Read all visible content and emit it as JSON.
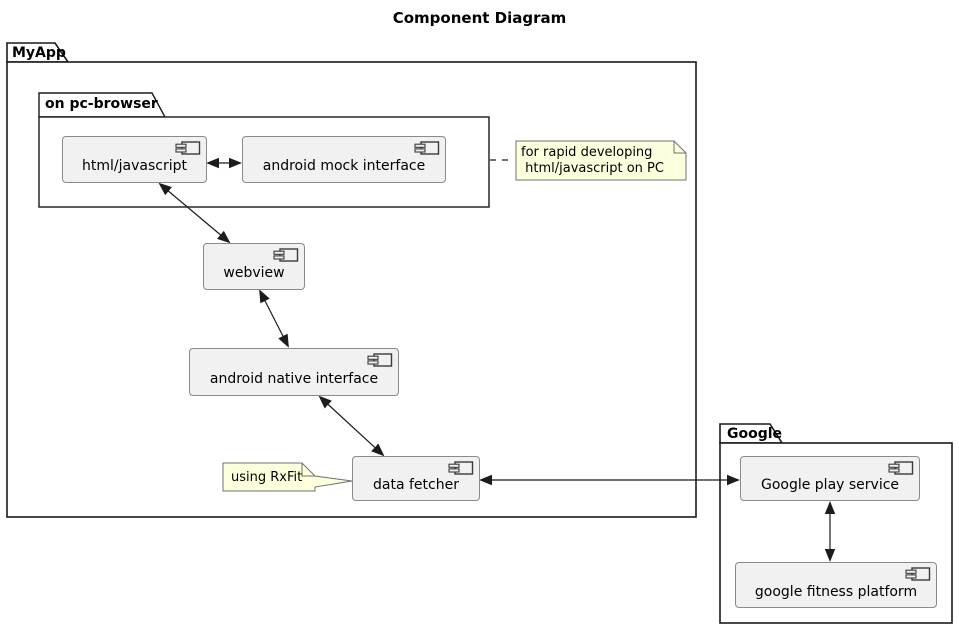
{
  "title": "Component Diagram",
  "packages": {
    "myapp": {
      "label": "MyApp"
    },
    "google": {
      "label": "Google"
    }
  },
  "frames": {
    "pc_browser": {
      "label": "on pc-browser"
    }
  },
  "components": {
    "html_javascript": {
      "label": "html/javascript"
    },
    "android_mock": {
      "label": "android mock interface"
    },
    "webview": {
      "label": "webview"
    },
    "android_native": {
      "label": "android native interface"
    },
    "data_fetcher": {
      "label": "data fetcher"
    },
    "google_play": {
      "label": "Google play service"
    },
    "google_fitness": {
      "label": "google fitness platform"
    }
  },
  "notes": {
    "rapid_dev": {
      "text": "for rapid developing\n html/javascript on PC"
    },
    "rxfit": {
      "text": "using RxFit"
    }
  },
  "connections": [
    {
      "from": "html/javascript",
      "to": "android mock interface",
      "type": "bidirectional-arrow"
    },
    {
      "from": "html/javascript",
      "to": "webview",
      "type": "bidirectional-arrow"
    },
    {
      "from": "webview",
      "to": "android native interface",
      "type": "bidirectional-arrow"
    },
    {
      "from": "android native interface",
      "to": "data fetcher",
      "type": "bidirectional-arrow"
    },
    {
      "from": "data fetcher",
      "to": "Google play service",
      "type": "bidirectional-arrow"
    },
    {
      "from": "Google play service",
      "to": "google fitness platform",
      "type": "bidirectional-arrow"
    },
    {
      "from": "on pc-browser",
      "to": "note:for rapid developing",
      "type": "dashed-link"
    },
    {
      "from": "note:using RxFit",
      "to": "data fetcher",
      "type": "note-attachment"
    }
  ],
  "colors": {
    "background": "#FFFFFF",
    "package_border": "#1A1A1A",
    "component_fill": "#F1F1F1",
    "component_border": "#8A8A8A",
    "note_fill": "#FEFFDD",
    "note_border": "#707070",
    "arrow": "#1C1C1C"
  }
}
